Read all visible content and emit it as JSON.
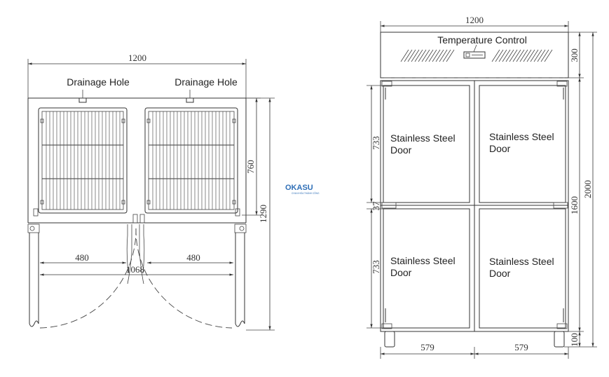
{
  "left_view": {
    "overall_width": "1200",
    "drainage_hole_left": "Drainage Hole",
    "drainage_hole_right": "Drainage Hole",
    "shelf_height": "760",
    "depth": "1290",
    "door_swing_left": "480",
    "door_swing_right": "480",
    "open_width": "1068"
  },
  "right_view": {
    "overall_width": "1200",
    "temperature_control": "Temperature Control",
    "top_panel_height": "300",
    "door_height_upper": "733",
    "gap_height": "37",
    "door_height_lower": "733",
    "cabinet_height": "1600",
    "overall_height": "2000",
    "leg_height": "100",
    "door_width_left": "579",
    "door_width_right": "579",
    "door_labels": {
      "top_left": [
        "Stainless Steel",
        "Door"
      ],
      "top_right": [
        "Stainless Steel",
        "Door"
      ],
      "bottom_left": [
        "Stainless Steel",
        "Door"
      ],
      "bottom_right": [
        "Stainless Steel",
        "Door"
      ]
    }
  },
  "watermark": {
    "brand": "OKASU",
    "tagline": "CHIA KHÓA THÀNH CÔNG"
  }
}
